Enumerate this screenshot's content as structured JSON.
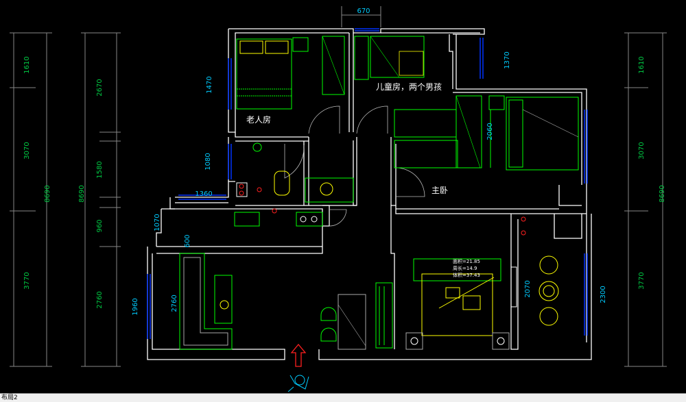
{
  "rooms": {
    "elderly_room": "老人房",
    "kids_room": "儿童房，两个男孩",
    "master_bedroom": "主卧"
  },
  "dimensions": {
    "top_670": "670",
    "left_outer_1610": "1610",
    "left_outer_3070": "3070",
    "left_outer_8690": "8690",
    "left_outer_3770": "3770",
    "left_mid_2670": "2670",
    "left_mid_1580": "1580",
    "left_mid_960": "960",
    "left_mid_2760": "2760",
    "left_mid_8690": "8690",
    "inner_1470": "1470",
    "inner_1080": "1080",
    "inner_1360": "1360",
    "inner_1070": "1070",
    "inner_600": "600",
    "inner_1960": "1960",
    "inner_2760": "2760",
    "inner_1370": "1370",
    "inner_2060": "2060",
    "inner_2070": "2070",
    "inner_2300": "2300",
    "right_1610": "1610",
    "right_3070": "3070",
    "right_8690": "8690",
    "right_3770": "3770"
  },
  "bed_note": {
    "line1": "面积=21.85",
    "line2": "周长=14.9",
    "line3": "体积=37.43"
  },
  "layout_tab": "布局2",
  "colors": {
    "wall": "#ffffff",
    "dimension": "#00cc44",
    "dimension_text": "#00ccff",
    "furniture_green": "#00ff00",
    "furniture_yellow": "#ffff00",
    "window_blue": "#0033ff",
    "red": "#ff2020"
  }
}
